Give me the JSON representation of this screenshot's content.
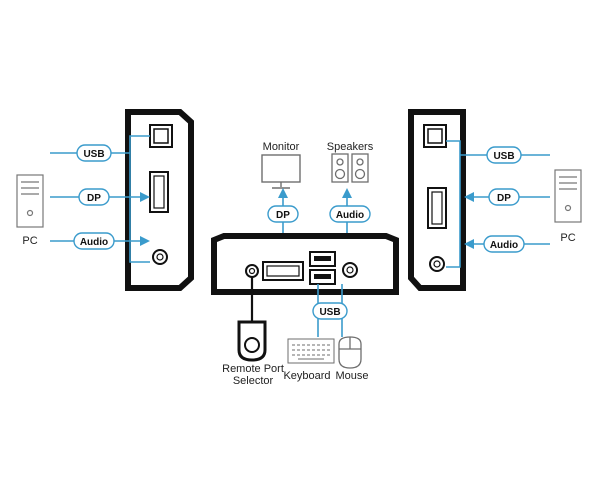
{
  "labels": {
    "pc_left": "PC",
    "pc_right": "PC",
    "monitor": "Monitor",
    "speakers": "Speakers",
    "remote_line1": "Remote Port",
    "remote_line2": "Selector",
    "keyboard": "Keyboard",
    "mouse": "Mouse"
  },
  "badges": {
    "usb": "USB",
    "dp": "DP",
    "audio": "Audio"
  },
  "colors": {
    "cable": "#3a9bcc",
    "device": "#1a1a1a",
    "badge_border": "#3a9bcc",
    "peripheral": "#6e6e6e"
  }
}
